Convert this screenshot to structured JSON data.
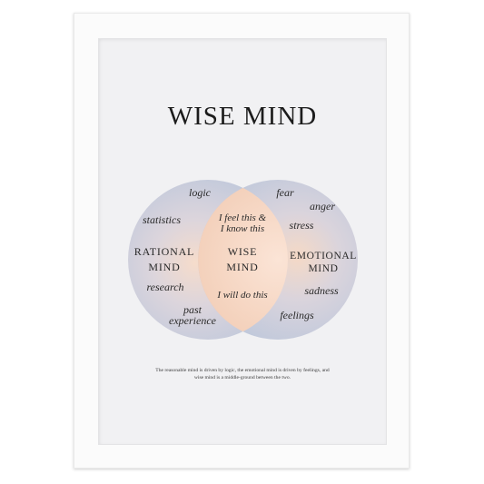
{
  "title": "WISE MIND",
  "circles": {
    "left": {
      "label_lines": [
        "RATIONAL",
        "MIND"
      ],
      "words": [
        "logic",
        "statistics",
        "research",
        "past",
        "experience"
      ]
    },
    "right": {
      "label_lines": [
        "EMOTIONAL",
        "MIND"
      ],
      "words": [
        "fear",
        "anger",
        "stress",
        "sadness",
        "feelings"
      ]
    },
    "center": {
      "label_lines": [
        "WISE",
        "MIND"
      ],
      "words": [
        "I feel this &",
        "I know this",
        "I will do this"
      ]
    }
  },
  "caption": {
    "line1": "The reasonable mind is driven by logic, the emotional mind is driven by feelings, and",
    "line2": "wise mind is a middle-ground between the two."
  },
  "colors": {
    "circle_blue": "#c4cadb",
    "center_peach": "#f7d7c4",
    "frame": "#fbfbfb",
    "mat": "#f1f1f3",
    "text": "#2a2a2a"
  }
}
